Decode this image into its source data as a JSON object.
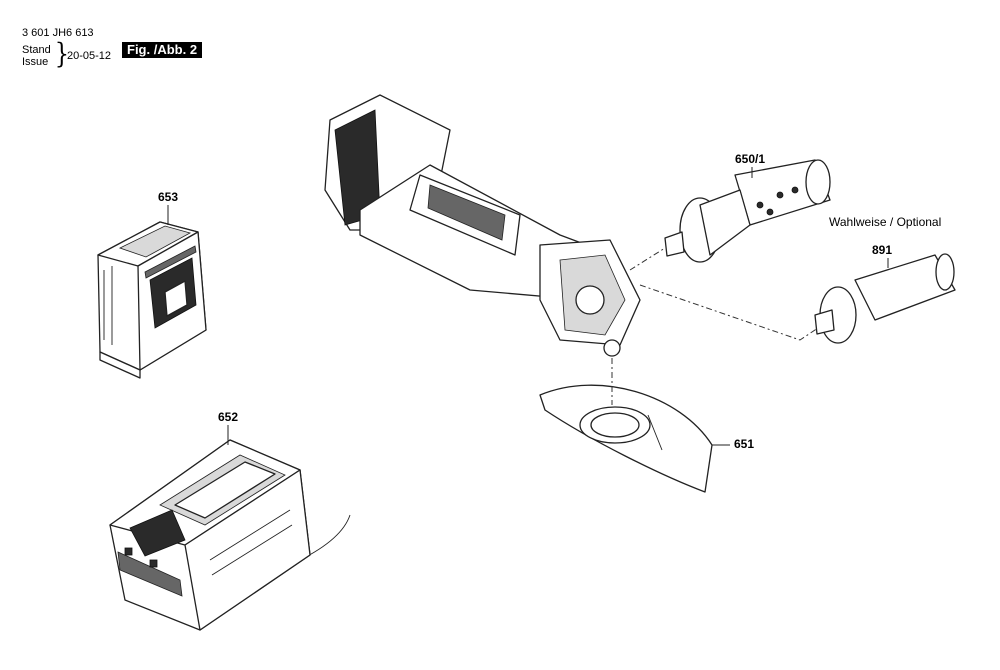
{
  "header": {
    "model": "3 601 JH6 613",
    "stand": "Stand",
    "issue": "Issue",
    "brace": "}",
    "date": "20-05-12",
    "figure": "Fig. /Abb. 2"
  },
  "parts": {
    "battery": "653",
    "charger": "652",
    "guard": "651",
    "side_handle": "650/1",
    "vibration_handle": "891"
  },
  "optional_note": "Wahlweise / Optional"
}
